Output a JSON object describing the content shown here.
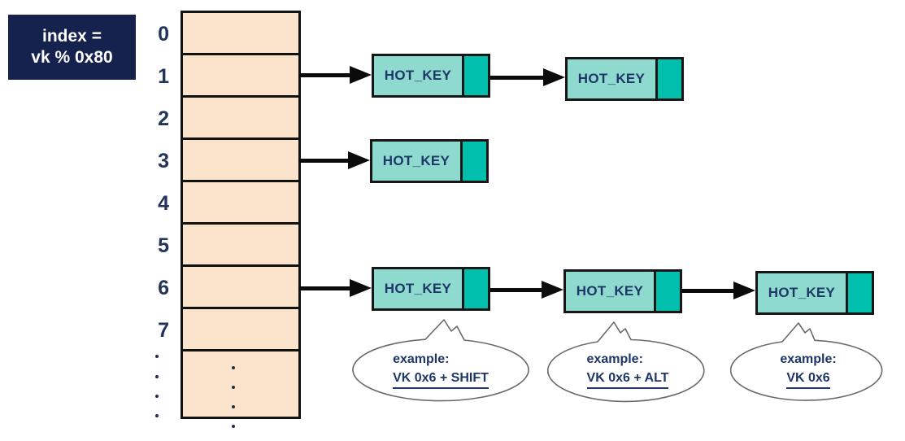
{
  "formula_box": {
    "line1": "index =",
    "line2": "vk % 0x80"
  },
  "array": {
    "index_labels": [
      "0",
      "1",
      "2",
      "3",
      "4",
      "5",
      "6",
      "7"
    ],
    "continuation_dots": {
      "index_column": 4,
      "array_column": 4
    }
  },
  "chains": [
    {
      "from_index": "1",
      "nodes": [
        "HOT_KEY",
        "HOT_KEY"
      ]
    },
    {
      "from_index": "3",
      "nodes": [
        "HOT_KEY"
      ]
    },
    {
      "from_index": "6",
      "nodes": [
        "HOT_KEY",
        "HOT_KEY",
        "HOT_KEY"
      ]
    }
  ],
  "callouts": [
    {
      "prefix": "example:",
      "value": "VK 0x6 + SHIFT"
    },
    {
      "prefix": "example:",
      "value": "VK 0x6 + ALT"
    },
    {
      "prefix": "example:",
      "value": "VK 0x6"
    }
  ],
  "colors": {
    "formula_box_bg": "#16224e",
    "formula_box_text": "#ffffff",
    "cell_fill": "#fbe3cc",
    "cell_border": "#111111",
    "node_body": "#8fdacf",
    "node_next_pointer": "#00bfad",
    "node_border": "#161616",
    "text_navy": "#1e3668",
    "arrow": "#0b0b0b",
    "bubble_stroke": "#6a6a6a"
  }
}
